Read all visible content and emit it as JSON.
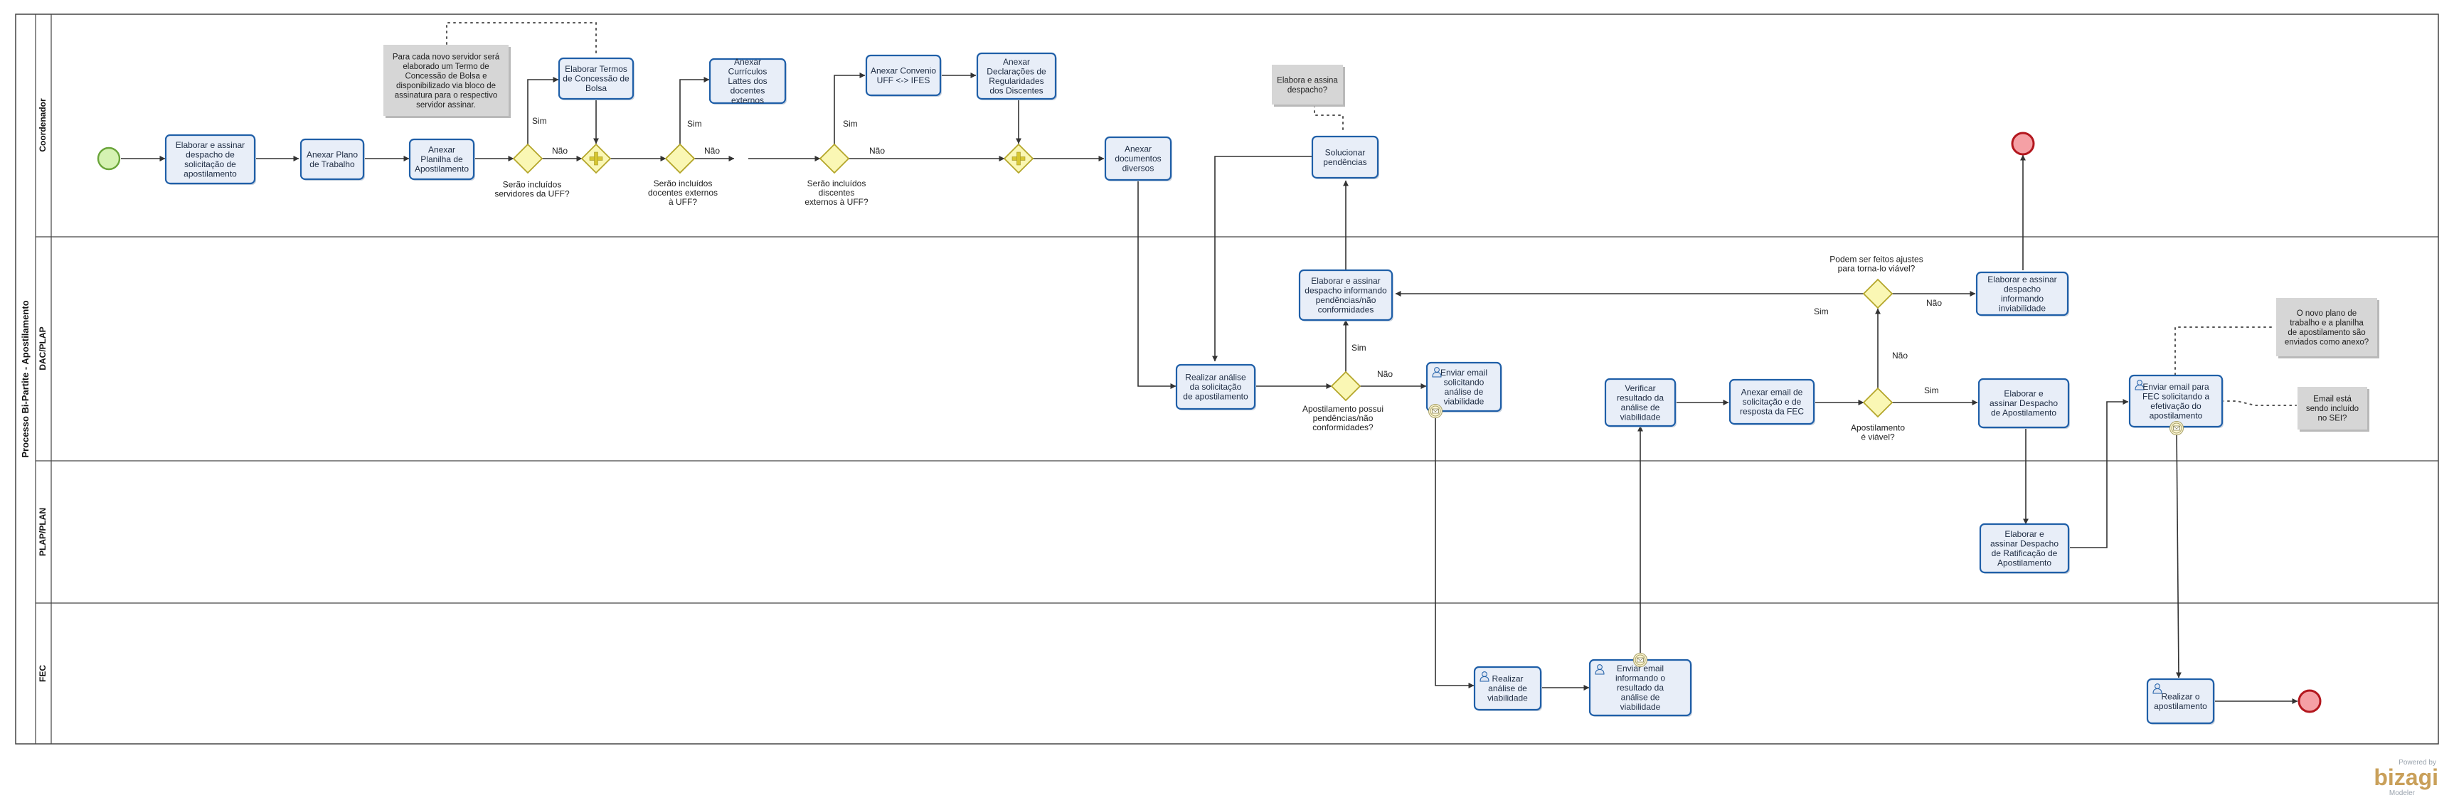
{
  "pool": {
    "title": "Processo Bi-Partite - Apostilamento"
  },
  "lanes": [
    "Coordenador",
    "DAC/PLAP",
    "PLAP/PLAN",
    "FEC"
  ],
  "tasks": [
    {
      "id": "t1",
      "label": "Elaborar e assinar despacho de solicitação de apostilamento"
    },
    {
      "id": "t2",
      "label": "Anexar Plano de Trabalho"
    },
    {
      "id": "t3",
      "label": "Anexar Planilha de Apostilamento"
    },
    {
      "id": "t4",
      "label": "Elaborar Termos de Concessão de Bolsa"
    },
    {
      "id": "t5",
      "label": "Anexar Currículos Lattes dos docentes externos"
    },
    {
      "id": "t6",
      "label": "Anexar Convenio UFF <-> IFES"
    },
    {
      "id": "t7",
      "label": "Anexar Declarações de Regularidades dos Discentes"
    },
    {
      "id": "t8",
      "label": "Anexar documentos diversos"
    },
    {
      "id": "t9",
      "label": "Solucionar pendências"
    },
    {
      "id": "t10",
      "label": "Elaborar e assinar despacho informando pendências/não conformidades"
    },
    {
      "id": "t11",
      "label": "Realizar análise da solicitação de apostilamento"
    },
    {
      "id": "t12",
      "label": "Enviar email solicitando análise de viabilidade"
    },
    {
      "id": "t13",
      "label": "Verificar resultado da análise de viabilidade"
    },
    {
      "id": "t14",
      "label": "Anexar email de solicitação e de resposta da FEC"
    },
    {
      "id": "t15",
      "label": "Elaborar e assinar despacho informando inviabilidade"
    },
    {
      "id": "t16",
      "label": "Elaborar e assinar Despacho de Apostilamento"
    },
    {
      "id": "t17",
      "label": "Elaborar e assinar Despacho de Ratificação de Apostilamento"
    },
    {
      "id": "t18",
      "label": "Enviar email para FEC solicitando a efetivação do apostilamento"
    },
    {
      "id": "t19",
      "label": "Realizar análise de viabilidade"
    },
    {
      "id": "t20",
      "label": "Enviar email informando o resultado da análise de viabilidade"
    },
    {
      "id": "t21",
      "label": "Realizar o apostilamento"
    }
  ],
  "gateways": [
    {
      "id": "g1",
      "label": "Serão incluídos servidores da UFF?"
    },
    {
      "id": "g2",
      "label": "Serão incluídos docentes externos à UFF?"
    },
    {
      "id": "g3",
      "label": "Serão incluídos discentes externos à UFF?"
    },
    {
      "id": "g4",
      "label": "Apostilamento possui pendências/não conformidades?"
    },
    {
      "id": "g5",
      "label": "Apostilamento é viável?"
    },
    {
      "id": "g6",
      "label": "Podem ser feitos ajustes para torna-lo viável?"
    }
  ],
  "flow_labels": {
    "yes": "Sim",
    "no": "Não"
  },
  "annotations": [
    {
      "id": "a1",
      "label": "Para cada novo servidor será elaborado um Termo de Concessão de Bolsa e disponibilizado via bloco de assinatura para o respectivo servidor assinar."
    },
    {
      "id": "a2",
      "label": "Elabora e assina despacho?"
    },
    {
      "id": "a3",
      "label": "O novo plano de trabalho e a planilha de apostilamento são enviados como anexo?"
    },
    {
      "id": "a4",
      "label": "Email está sendo incluído no SEI?"
    }
  ],
  "branding": {
    "powered_by": "Powered by",
    "name": "bizagi",
    "product": "Modeler"
  },
  "colors": {
    "task_fill": "#e8eef8",
    "task_stroke": "#1f5fa8",
    "gateway_fill": "#faf7b4",
    "gateway_stroke": "#b4a62a",
    "start_fill": "#d5f2b2",
    "start_stroke": "#6aa53a",
    "end_fill": "#f5a0a5",
    "end_stroke": "#b3171e",
    "annotation_fill": "#d6d6d6"
  },
  "icons": {
    "user_task": "user-icon",
    "message": "envelope-icon",
    "parallel": "plus-icon"
  }
}
